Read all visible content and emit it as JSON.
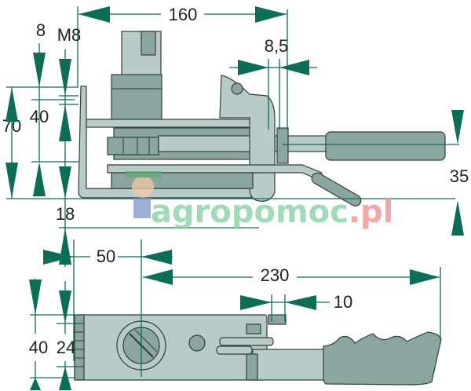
{
  "title": "Tractor hitch latch technical drawing",
  "colors": {
    "dimension": "#0b6e57",
    "part_light": "#b9cbc6",
    "part_dark": "#8aa69e",
    "watermark_green": "#7fcf9f",
    "watermark_pink": "#f08b8b"
  },
  "top_view": {
    "dimensions": {
      "width_160": "160",
      "offset_8_5": "8,5",
      "d8": "8",
      "thread_m8": "M8",
      "h70": "70",
      "h40": "40",
      "d18": "18",
      "d35": "35"
    }
  },
  "bottom_view": {
    "dimensions": {
      "d50": "50",
      "d230": "230",
      "d10": "10",
      "h40": "40",
      "h24": "24"
    }
  },
  "watermark": {
    "main": "agropomoc",
    "suffix": ".pl"
  }
}
